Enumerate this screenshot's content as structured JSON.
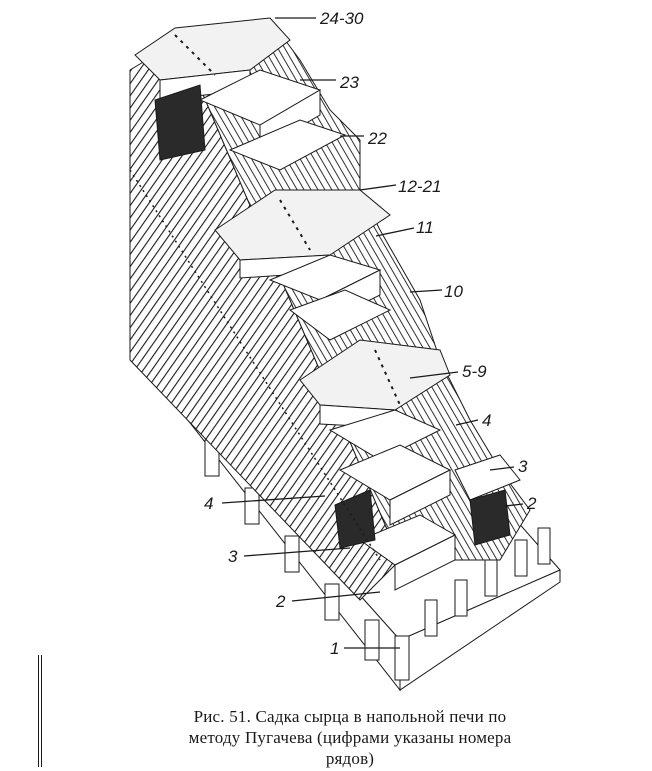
{
  "figure": {
    "row_labels": [
      {
        "id": "r24-30",
        "text": "24-30"
      },
      {
        "id": "r23",
        "text": "23"
      },
      {
        "id": "r22",
        "text": "22"
      },
      {
        "id": "r12-21",
        "text": "12-21"
      },
      {
        "id": "r11",
        "text": "11"
      },
      {
        "id": "r10",
        "text": "10"
      },
      {
        "id": "r5-9",
        "text": "5-9"
      },
      {
        "id": "r4-right",
        "text": "4"
      },
      {
        "id": "r3-right",
        "text": "3"
      },
      {
        "id": "r2-right",
        "text": "2"
      },
      {
        "id": "r4-left",
        "text": "4"
      },
      {
        "id": "r3-left",
        "text": "3"
      },
      {
        "id": "r2-left",
        "text": "2"
      },
      {
        "id": "r1",
        "text": "1"
      }
    ]
  },
  "caption": {
    "line1": "Рис. 51. Садка сырца в  напольной печи по",
    "line2": "методу Пугачева (цифрами указаны номера",
    "line3": "рядов)"
  }
}
